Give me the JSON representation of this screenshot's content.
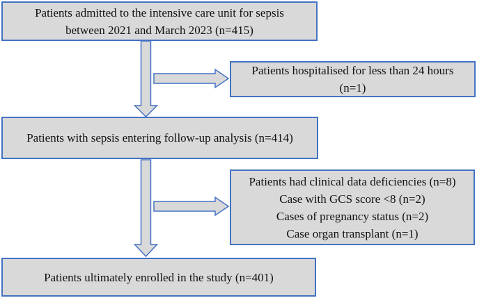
{
  "diagram": {
    "type": "flowchart",
    "colors": {
      "box_fill": "#d9d9d9",
      "border": "#4472c4",
      "text": "#111111",
      "background": "#ffffff"
    },
    "boxes": {
      "admitted": {
        "lines": [
          "Patients admitted to the intensive care unit for sepsis",
          "between 2021 and March 2023 (n=415)"
        ]
      },
      "excluded_24h": {
        "lines": [
          "Patients hospitalised for less than 24 hours",
          "(n=1)"
        ]
      },
      "followup": {
        "lines": [
          "Patients with sepsis entering follow-up analysis (n=414)"
        ]
      },
      "exclusions": {
        "lines": [
          "Patients had clinical data deficiencies (n=8)",
          "Case with GCS score <8 (n=2)",
          "Cases of pregnancy status (n=2)",
          "Case organ transplant (n=1)"
        ]
      },
      "enrolled": {
        "lines": [
          "Patients ultimately enrolled in the study (n=401)"
        ]
      }
    },
    "arrows": [
      {
        "name": "down-arrow-1",
        "from": "admitted",
        "to": "followup"
      },
      {
        "name": "right-arrow-1",
        "from": "down-arrow-1",
        "to": "excluded_24h"
      },
      {
        "name": "down-arrow-2",
        "from": "followup",
        "to": "enrolled"
      },
      {
        "name": "right-arrow-2",
        "from": "down-arrow-2",
        "to": "exclusions"
      }
    ]
  }
}
